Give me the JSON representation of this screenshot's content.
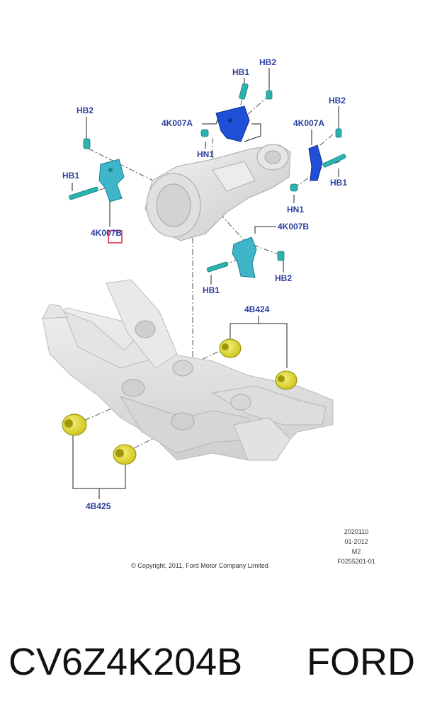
{
  "diagram": {
    "labels": {
      "hb1_top": "HB1",
      "hb2_top": "HB2",
      "hb2_left": "HB2",
      "k007a_center": "4K007A",
      "hn1_center": "HN1",
      "k007a_right": "4K007A",
      "hb2_right": "HB2",
      "hb1_right": "HB1",
      "hn1_right": "HN1",
      "hb1_left": "HB1",
      "k007b_left": "4K007B",
      "k007b_front": "4K007B",
      "hb1_front": "HB1",
      "hb2_front": "HB2",
      "b424": "4B424",
      "b425": "4B425"
    },
    "meta": {
      "line1": "2020110",
      "line2": "01-2012",
      "line3": "M2",
      "line4": "F0255201-01"
    },
    "copyright": "© Copyright, 2011, Ford Motor Company Limited",
    "colors": {
      "callout": "#2d3f9e",
      "bushing": "#e8e22a",
      "mount_blue": "#1f4fd6",
      "mount_teal": "#3fb5c9",
      "housing": "#dcdcdc",
      "highlight_box": "#d9263a"
    }
  },
  "footer": {
    "part_number": "CV6Z4K204B",
    "brand": "FORD"
  }
}
